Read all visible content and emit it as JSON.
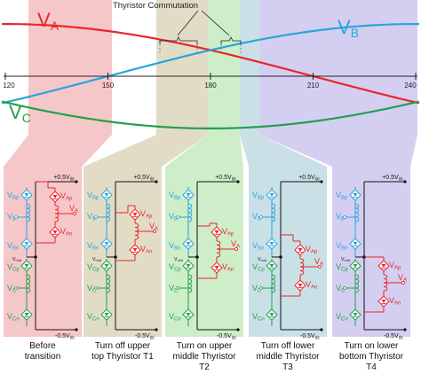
{
  "waveform": {
    "title_annotation": "Thyristor Commutation",
    "axis_ticks": [
      "120",
      "150",
      "180",
      "210",
      "240"
    ],
    "phase_labels": {
      "a": {
        "main": "V",
        "sub": "A"
      },
      "b": {
        "main": "V",
        "sub": "B"
      },
      "c": {
        "main": "V",
        "sub": "C"
      }
    },
    "colors": {
      "va": "#e8262b",
      "vb": "#2aa4dc",
      "vc": "#22a04b"
    }
  },
  "panels": [
    {
      "caption": [
        "Before",
        "transition"
      ],
      "bg": "#f6c7c9"
    },
    {
      "caption": [
        "Turn off upper",
        "top Thyristor T1"
      ],
      "bg": "#e2dcc6"
    },
    {
      "caption": [
        "Turn on upper",
        "middle Thyristor",
        "T2"
      ],
      "bg": "#cdeec9"
    },
    {
      "caption": [
        "Turn off lower",
        "middle Thyristor",
        "T3"
      ],
      "bg": "#c9e1e6"
    },
    {
      "caption": [
        "Turn on lower",
        "bottom Thyristor",
        "T4"
      ],
      "bg": "#d4cff1"
    }
  ],
  "circuit_labels": {
    "plus_dc": "+0.5V",
    "minus_dc": "-0.5V",
    "dc_sub": "dc",
    "vmid": "V",
    "vmid_sub": "mid",
    "V": "V",
    "Bp": "Bp",
    "B": "B",
    "Bn": "Bn",
    "Cp": "Cp",
    "C": "C",
    "Cn": "Cn",
    "Ap": "Ap",
    "A": "A",
    "An": "An"
  }
}
